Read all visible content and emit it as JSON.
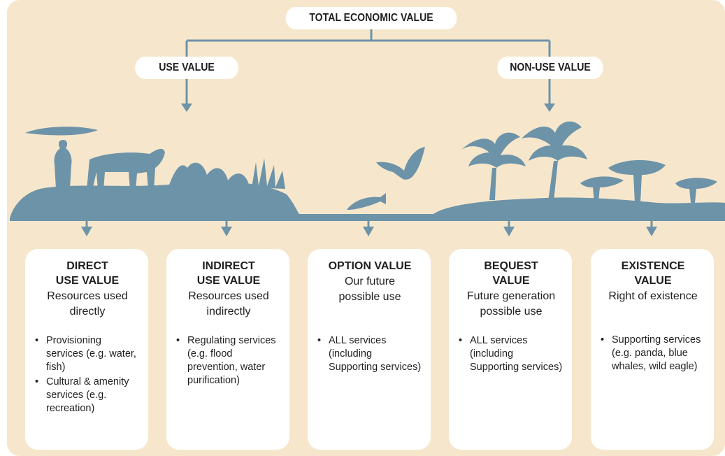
{
  "colors": {
    "panel": "#f6e7cc",
    "silhouette": "#6d93a8",
    "card": "#ffffff"
  },
  "root": {
    "label": "TOTAL ECONOMIC VALUE"
  },
  "branches": [
    {
      "label": "USE VALUE"
    },
    {
      "label": "NON-USE VALUE"
    }
  ],
  "categories": [
    {
      "title_line1": "DIRECT",
      "title_line2": "USE VALUE",
      "sub_line1": "Resources used",
      "sub_line2": "directly",
      "items": [
        "Provisioning services (e.g. water, fish)",
        "Cultural & amenity services (e.g. recreation)"
      ]
    },
    {
      "title_line1": "INDIRECT",
      "title_line2": "USE VALUE",
      "sub_line1": "Resources used",
      "sub_line2": "indirectly",
      "items": [
        "Regulating services (e.g. flood prevention, water purification)"
      ]
    },
    {
      "title_line1": "OPTION VALUE",
      "title_line2": "",
      "sub_line1": "Our future",
      "sub_line2": "possible use",
      "items": [
        "ALL services (including Supporting services)"
      ]
    },
    {
      "title_line1": "BEQUEST",
      "title_line2": "VALUE",
      "sub_line1": "Future generation",
      "sub_line2": "possible use",
      "items": [
        "ALL services (including Supporting services)"
      ]
    },
    {
      "title_line1": "EXISTENCE",
      "title_line2": "VALUE",
      "sub_line1": "Right of existence",
      "sub_line2": "",
      "items": [
        "Supporting services (e.g. panda, blue whales, wild eagle)"
      ]
    }
  ],
  "icons": [
    "arrow-down-icon",
    "bullet-icon",
    "landscape-illustration"
  ]
}
